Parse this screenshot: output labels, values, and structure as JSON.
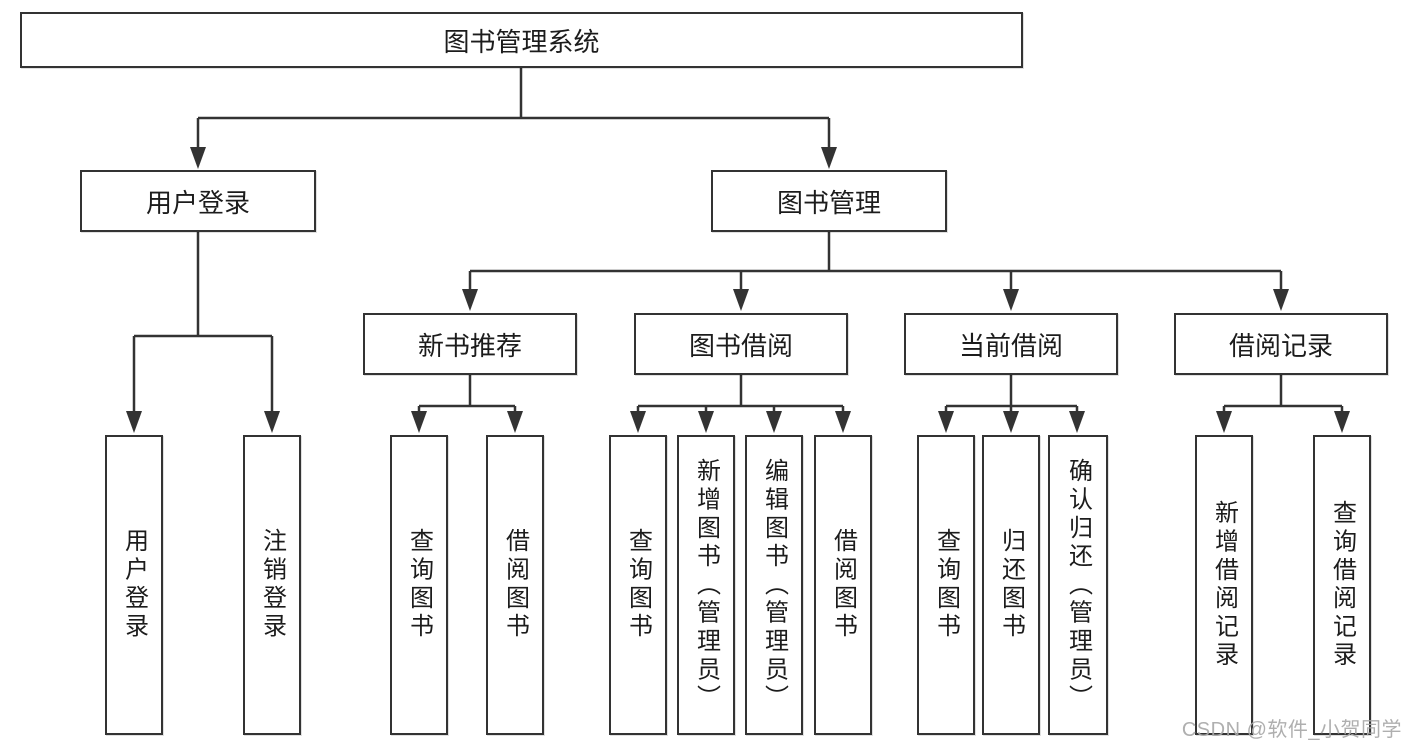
{
  "diagram": {
    "nodes": {
      "root": "图书管理系统",
      "user_login": "用户登录",
      "book_mgmt": "图书管理",
      "new_book_rec": "新书推荐",
      "book_borrow": "图书借阅",
      "current_borrow": "当前借阅",
      "borrow_records": "借阅记录",
      "user_login_leaf": "用户登录",
      "logout_leaf": "注销登录",
      "nb_query_books": "查询图书",
      "nb_borrow_books": "借阅图书",
      "bb_query_books": "查询图书",
      "bb_add_books": "新增图书（管理员）",
      "bb_edit_books": "编辑图书（管理员）",
      "bb_borrow_books": "借阅图书",
      "cb_query_books": "查询图书",
      "cb_return_books": "归还图书",
      "cb_confirm_return": "确认归还（管理员）",
      "br_add_record": "新增借阅记录",
      "br_query_record": "查询借阅记录"
    },
    "hierarchy": {
      "图书管理系统": [
        "用户登录",
        "图书管理"
      ],
      "用户登录": [
        "用户登录",
        "注销登录"
      ],
      "图书管理": [
        "新书推荐",
        "图书借阅",
        "当前借阅",
        "借阅记录"
      ],
      "新书推荐": [
        "查询图书",
        "借阅图书"
      ],
      "图书借阅": [
        "查询图书",
        "新增图书（管理员）",
        "编辑图书（管理员）",
        "借阅图书"
      ],
      "当前借阅": [
        "查询图书",
        "归还图书",
        "确认归还（管理员）"
      ],
      "借阅记录": [
        "新增借阅记录",
        "查询借阅记录"
      ]
    },
    "colors": {
      "line": "#333333",
      "box_border": "#333333",
      "box_fill": "#ffffff",
      "text": "#1c1c1c",
      "watermark": "#a8a8a8"
    }
  },
  "watermark": {
    "text": "CSDN @软件_小贺同学"
  }
}
